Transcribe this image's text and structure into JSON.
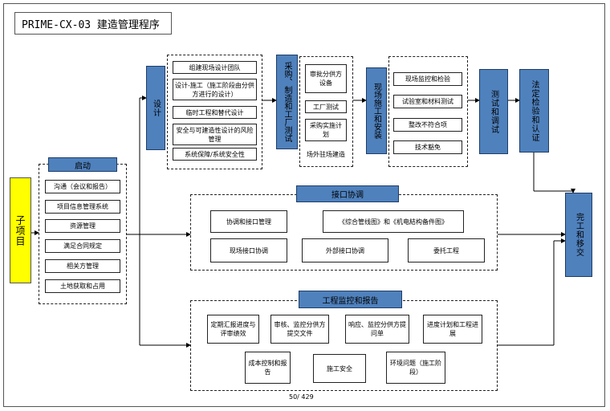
{
  "title": "PRIME-CX-03 建造管理程序",
  "page_number": "50/ 429",
  "project": "子项目",
  "startup": {
    "header": "启动",
    "items": [
      "沟通（会议和报告）",
      "项目信息管理系统",
      "资源管理",
      "满足合同规定",
      "相关方管理",
      "土地获取和占用"
    ]
  },
  "design": {
    "header": "设计",
    "items": [
      "组建现场设计团队",
      "设计-施工（施工阶段由分供方进行的设计）",
      "临时工程和替代设计",
      "安全与可建造性设计的风险管理",
      "系统保障/系统安全性"
    ]
  },
  "procurement": {
    "header": "采购、制造和工厂测试",
    "items": [
      "审批分供方设备",
      "工厂测试",
      "采购实施计划",
      "场外驻场建造"
    ]
  },
  "installation": {
    "header": "现场施工和安装",
    "items": [
      "现场监控和检验",
      "试验室和材料测试",
      "整改不符合项",
      "技术豁免"
    ]
  },
  "testing": {
    "header": "测试和调试"
  },
  "certification": {
    "header": "法定检验和认证"
  },
  "completion": {
    "header": "完工和移交"
  },
  "interface": {
    "header": "接口协调",
    "items": [
      "协调和接口管理",
      "《综合管线图》和《机电結构备件图》",
      "现场接口协调",
      "外部接口协调",
      "委托工程"
    ]
  },
  "monitoring": {
    "header": "工程监控和报告",
    "items": [
      "定期汇报进度与评审绩效",
      "审核、监控分供方提交文件",
      "响应、监控分供方提问单",
      "进度计划和工程进展",
      "成本控制和报告",
      "施工安全",
      "环境问题（施工阶段）"
    ]
  }
}
